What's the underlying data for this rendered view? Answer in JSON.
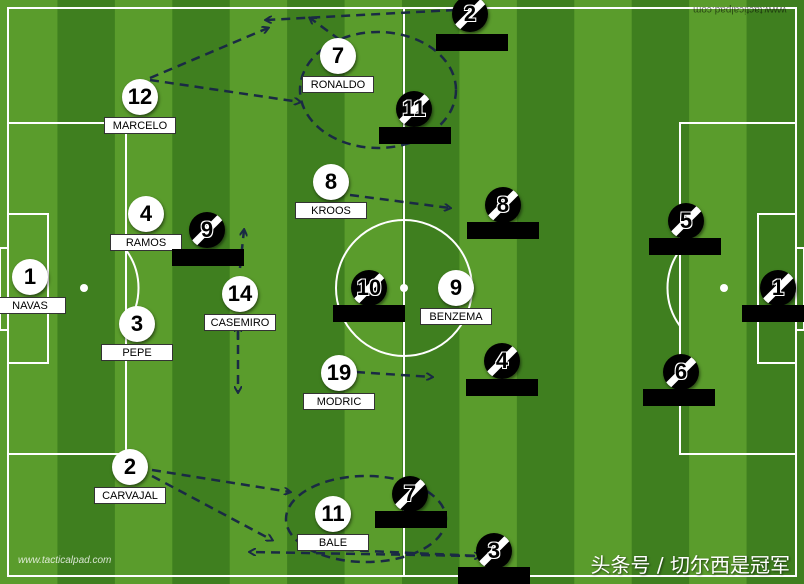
{
  "watermarks": {
    "top": "www.tacticalpad.com",
    "bottom": "www.tacticalpad.com",
    "source": "头条号 / 切尔西是冠军"
  },
  "home_players": [
    {
      "number": "1",
      "name": "NAVAS"
    },
    {
      "number": "12",
      "name": "MARCELO"
    },
    {
      "number": "4",
      "name": "RAMOS"
    },
    {
      "number": "3",
      "name": "PEPE"
    },
    {
      "number": "2",
      "name": "CARVAJAL"
    },
    {
      "number": "14",
      "name": "CASEMIRO"
    },
    {
      "number": "7",
      "name": "RONALDO"
    },
    {
      "number": "8",
      "name": "KROOS"
    },
    {
      "number": "19",
      "name": "MODRIC"
    },
    {
      "number": "9",
      "name": "BENZEMA"
    },
    {
      "number": "11",
      "name": "BALE"
    }
  ],
  "away_players": [
    {
      "number": "2"
    },
    {
      "number": "11"
    },
    {
      "number": "9"
    },
    {
      "number": "8"
    },
    {
      "number": "10"
    },
    {
      "number": "4"
    },
    {
      "number": "7"
    },
    {
      "number": "3"
    },
    {
      "number": "5"
    },
    {
      "number": "6"
    },
    {
      "number": "1"
    }
  ],
  "colors": {
    "grass_light": "#5a9c2c",
    "grass_dark": "#3f7f1f",
    "lines": "#ffffff",
    "arrows": "#1a2a44",
    "home_disc": "#ffffff",
    "away_disc": "#000000"
  }
}
